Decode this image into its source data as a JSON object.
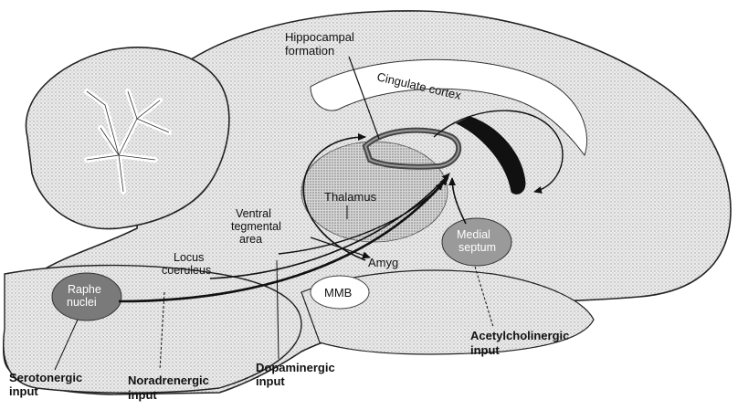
{
  "diagram": {
    "labels": {
      "hippocampal_formation": [
        "Hippocampal",
        "formation"
      ],
      "cingulate_cortex": "Cingulate cortex",
      "thalamus": "Thalamus",
      "ventral_tegmental_area": [
        "Ventral",
        "tegmental",
        "area"
      ],
      "locus_coeruleus": [
        "Locus",
        "coeruleus"
      ],
      "raphe_nuclei": [
        "Raphe",
        "nuclei"
      ],
      "medial_septum": [
        "Medial",
        "septum"
      ],
      "amyg": "Amyg",
      "mmb": "MMB",
      "serotonergic_input": [
        "Serotonergic",
        "input"
      ],
      "noradrenergic_input": [
        "Noradrenergic",
        "input"
      ],
      "dopaminergic_input": [
        "Dopaminergic",
        "input"
      ],
      "acetylcholinergic_input": [
        "Acetylcholinergic",
        "input"
      ]
    },
    "colors": {
      "background": "#ffffff",
      "tissue_fill": "#e9e9e9",
      "tissue_dark": "#cfcfcf",
      "outline": "#222222",
      "pathway": "#111111",
      "nucleus_fill": "#8a8a8a",
      "hippocampus_ring": "#555555"
    }
  }
}
